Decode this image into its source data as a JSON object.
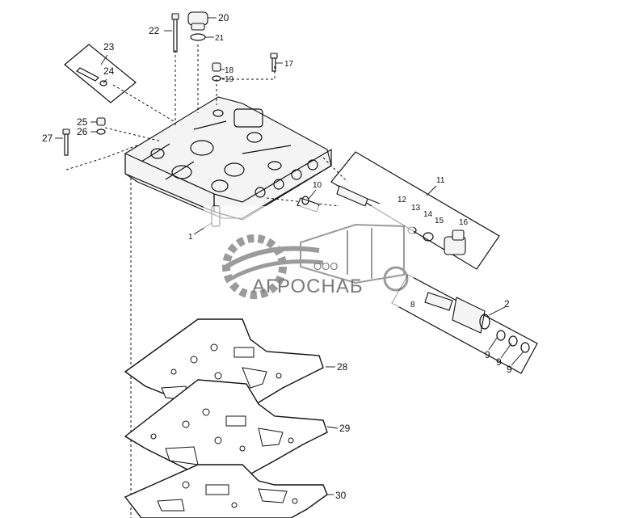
{
  "callouts": {
    "c1": "1",
    "c2": "2",
    "c9a": "9",
    "c9b": "9",
    "c9c": "9",
    "c10": "10",
    "c11": "11",
    "c12": "12",
    "c13": "13",
    "c14": "14",
    "c15": "15",
    "c16": "16",
    "c17": "17",
    "c18": "18",
    "c19": "19",
    "c20": "20",
    "c21": "21",
    "c22": "22",
    "c23": "23",
    "c24": "24",
    "c25": "25",
    "c26": "26",
    "c27": "27",
    "c28": "28",
    "c29": "29",
    "c30": "30",
    "c8": "8"
  },
  "watermark": {
    "company_prefix": "ООО",
    "company_name": "АГРОСНАБ"
  },
  "colors": {
    "line": "#111111",
    "watermark": "#7a7a7a",
    "background": "#ffffff"
  }
}
